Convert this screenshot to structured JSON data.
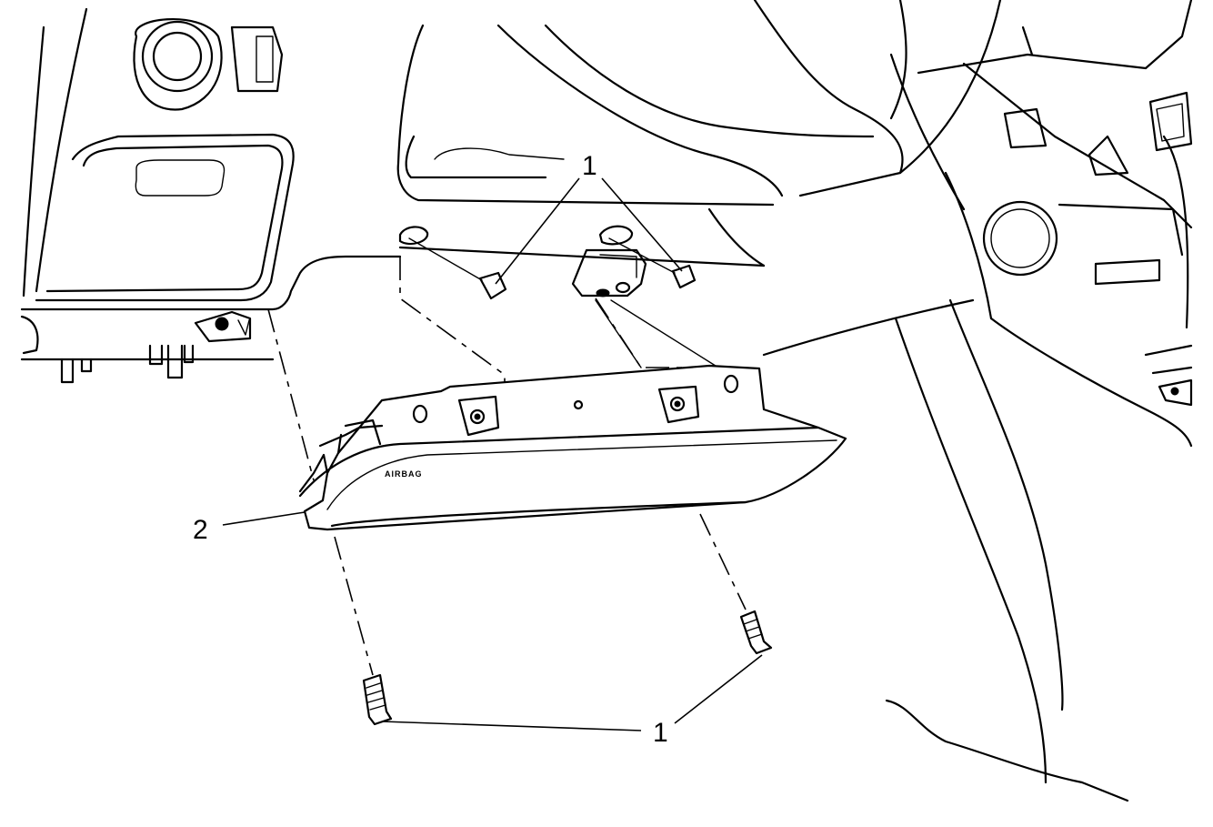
{
  "diagram": {
    "callouts": [
      {
        "id": "fastener-upper",
        "label": "1"
      },
      {
        "id": "fastener-lower",
        "label": "1"
      },
      {
        "id": "airbag-module",
        "label": "2"
      }
    ],
    "module_marking": "AIRBAG"
  }
}
